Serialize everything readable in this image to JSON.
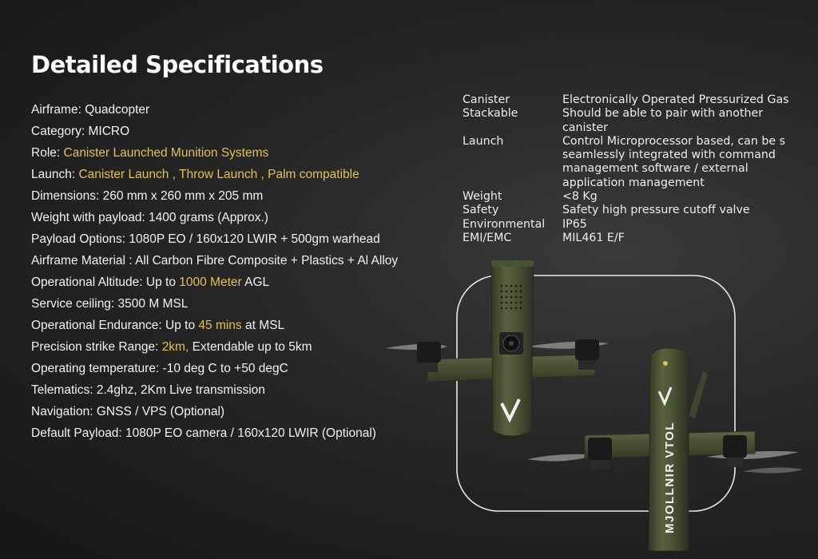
{
  "title": "Detailed Specifications",
  "specs": [
    {
      "label": "Airframe: ",
      "value": "Quadcopter",
      "highlight": false
    },
    {
      "label": "Category: ",
      "value": "MICRO",
      "highlight": false
    },
    {
      "label": "Role: ",
      "value": "Canister Launched Munition Systems",
      "highlight": true
    },
    {
      "label": "Launch: ",
      "value": "Canister Launch , Throw Launch , Palm compatible",
      "highlight": true
    },
    {
      "label": "Dimensions: ",
      "value": "260 mm x 260 mm x 205 mm",
      "highlight": false
    },
    {
      "label": "Weight with payload: ",
      "value": "1400 grams (Approx.)",
      "highlight": false
    },
    {
      "label": "Payload Options: ",
      "value": "1080P EO / 160x120 LWIR + 500gm warhead",
      "highlight": false
    },
    {
      "label": "Airframe Material : ",
      "value": "All Carbon Fibre Composite + Plastics + Al Alloy",
      "highlight": false
    }
  ],
  "altitude": {
    "pre": "Operational Altitude: Up to ",
    "hl": "1000 Meter",
    "post": " AGL"
  },
  "ceiling": {
    "label": "Service ceiling: ",
    "value": "3500 M MSL"
  },
  "endurance": {
    "pre": "Operational Endurance: Up to ",
    "hl": "45 mins",
    "post": " at MSL"
  },
  "strike": {
    "pre": "Precision strike Range: ",
    "hl": "2km,",
    "post": " Extendable up to 5km"
  },
  "tail_specs": [
    "Operating temperature: -10 deg C to +50 degC",
    "Telematics: 2.4ghz, 2Km Live transmission",
    "Navigation: GNSS / VPS (Optional)",
    "Default Payload: 1080P EO camera / 160x120 LWIR (Optional)"
  ],
  "canister_specs": [
    {
      "key": "Canister",
      "value": "Electronically Operated Pressurized Gas"
    },
    {
      "key": "Stackable",
      "value": "Should be able to pair with another\ncanister"
    },
    {
      "key": "Launch",
      "value": "Control Microprocessor based, can be s\nseamlessly integrated with command\nmanagement software / external\napplication management"
    },
    {
      "key": "Weight",
      "value": "<8 Kg"
    },
    {
      "key": "Safety",
      "value": "Safety high pressure cutoff valve"
    },
    {
      "key": "Environmental",
      "value": "IP65"
    },
    {
      "key": "EMI/EMC",
      "value": "MIL461 E/F"
    }
  ],
  "product_label": "MJOLLNIR VTOL",
  "colors": {
    "highlight": "#e2c14f",
    "drone_body": "#4d5535",
    "background": "#1e1e1e"
  }
}
